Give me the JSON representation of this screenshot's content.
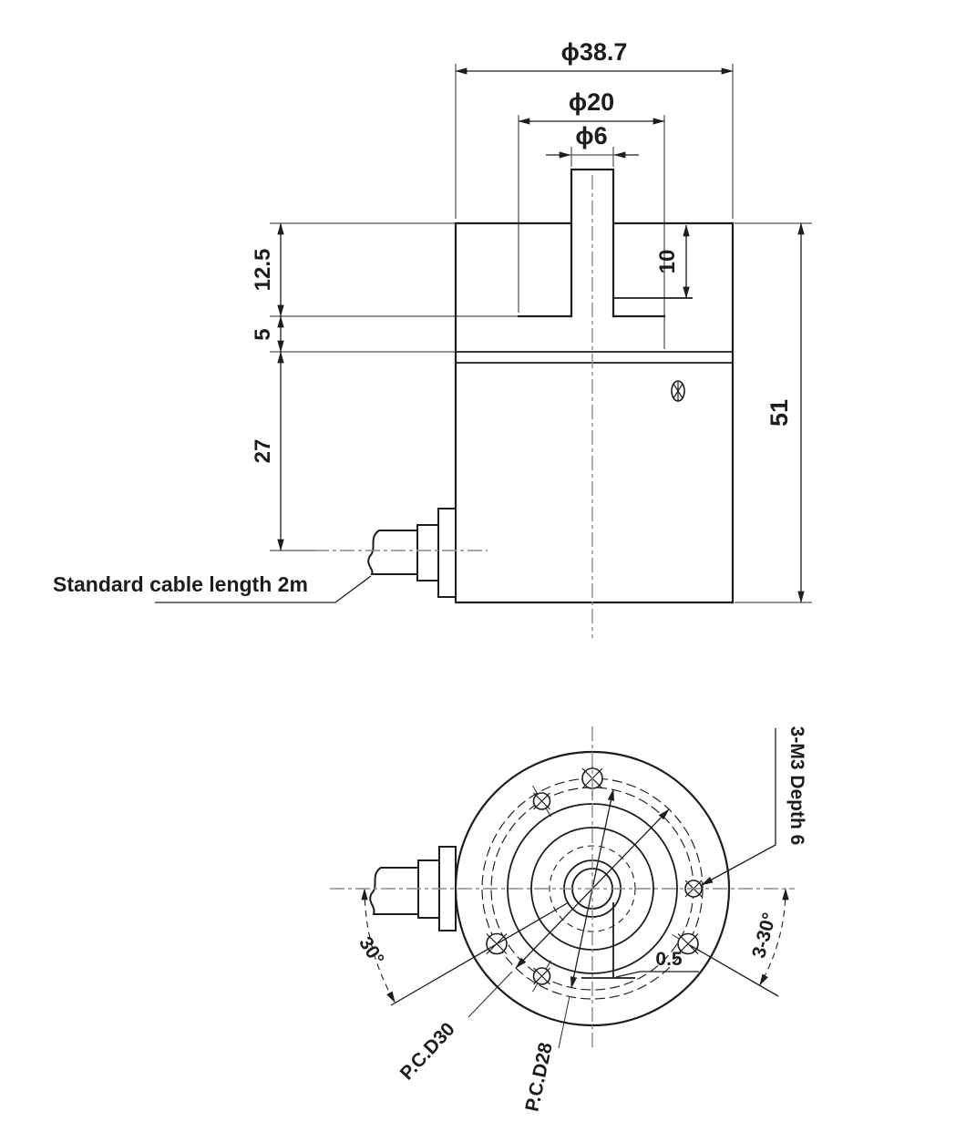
{
  "drawing": {
    "side_view": {
      "dim_outer_diameter": "ϕ38.7",
      "dim_boss_diameter": "ϕ20",
      "dim_shaft_diameter": "ϕ6",
      "dim_top_to_boss": "12.5",
      "dim_boss_to_flange": "5",
      "dim_flange_to_cable": "27",
      "dim_shaft_step_depth": "10",
      "dim_total_height": "51",
      "cable_note": "Standard cable length 2m"
    },
    "bottom_view": {
      "mount_holes_note": "3-M3 Depth 6",
      "hole_spacing_angle": "3-30°",
      "cable_angle": "30°",
      "pitch_circle_30": "P.C.D30",
      "pitch_circle_28": "P.C.D28",
      "offset_dim": "0.5"
    },
    "colors": {
      "line": "#1d1d1d",
      "centerline": "#8a8a8a",
      "background": "#ffffff"
    }
  }
}
